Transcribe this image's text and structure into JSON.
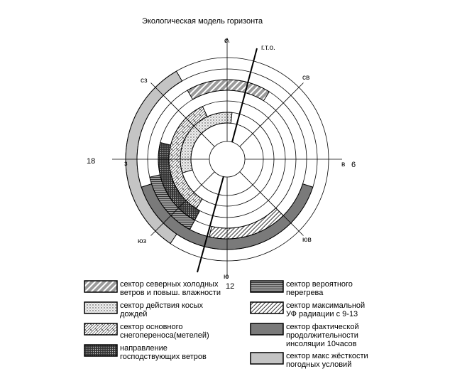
{
  "title": "Экологическая модель горизонта",
  "compass": {
    "n": "с",
    "ne": "св",
    "e": "в",
    "se": "юв",
    "s": "ю",
    "sw": "юз",
    "w": "з",
    "nw": "сз"
  },
  "hours": {
    "e": "6",
    "s": "12",
    "w": "18"
  },
  "axis_label": "г.т.о.",
  "colors": {
    "dark_gray": "#7a7a7a",
    "light_gray": "#c4c4c4",
    "hatch_gray": "#9a9a9a"
  },
  "sectors": [
    {
      "key": "light",
      "from_deg": 214,
      "to_deg": 330,
      "ring": 7
    },
    {
      "key": "dark",
      "from_deg": 108,
      "to_deg": 252,
      "ring": 6
    },
    {
      "key": "overheat",
      "from_deg": 208,
      "to_deg": 257,
      "ring": 5
    },
    {
      "key": "north",
      "from_deg": 330,
      "to_deg": 392,
      "ring": 5
    },
    {
      "key": "uv",
      "from_deg": 135,
      "to_deg": 193,
      "ring": 5
    },
    {
      "key": "wind",
      "from_deg": 208,
      "to_deg": 284,
      "ring": 4
    },
    {
      "key": "snow",
      "from_deg": 212,
      "to_deg": 335,
      "ring": 3
    },
    {
      "key": "rain",
      "from_deg": 253,
      "to_deg": 366,
      "ring": 2
    }
  ],
  "legend": {
    "left": [
      {
        "key": "north",
        "text": "сектор северных холодных\nветров и повыш. влажности"
      },
      {
        "key": "rain",
        "text": "сектор действия косых\nдождей"
      },
      {
        "key": "snow",
        "text": "сектор основного\nснегопереноса(метелей)"
      },
      {
        "key": "wind",
        "text": "направление\nгосподствующих ветров"
      }
    ],
    "right": [
      {
        "key": "overheat",
        "text": "сектор вероятного\nперегрева"
      },
      {
        "key": "uv",
        "text": "сектор максимальной\nУФ радиации с 9-13"
      },
      {
        "key": "dark",
        "text": "сектор фактической\nпродолжительности\nинсоляции 10часов"
      },
      {
        "key": "light",
        "text": "сектор макс жёсткости\nпогодных условий"
      }
    ]
  }
}
